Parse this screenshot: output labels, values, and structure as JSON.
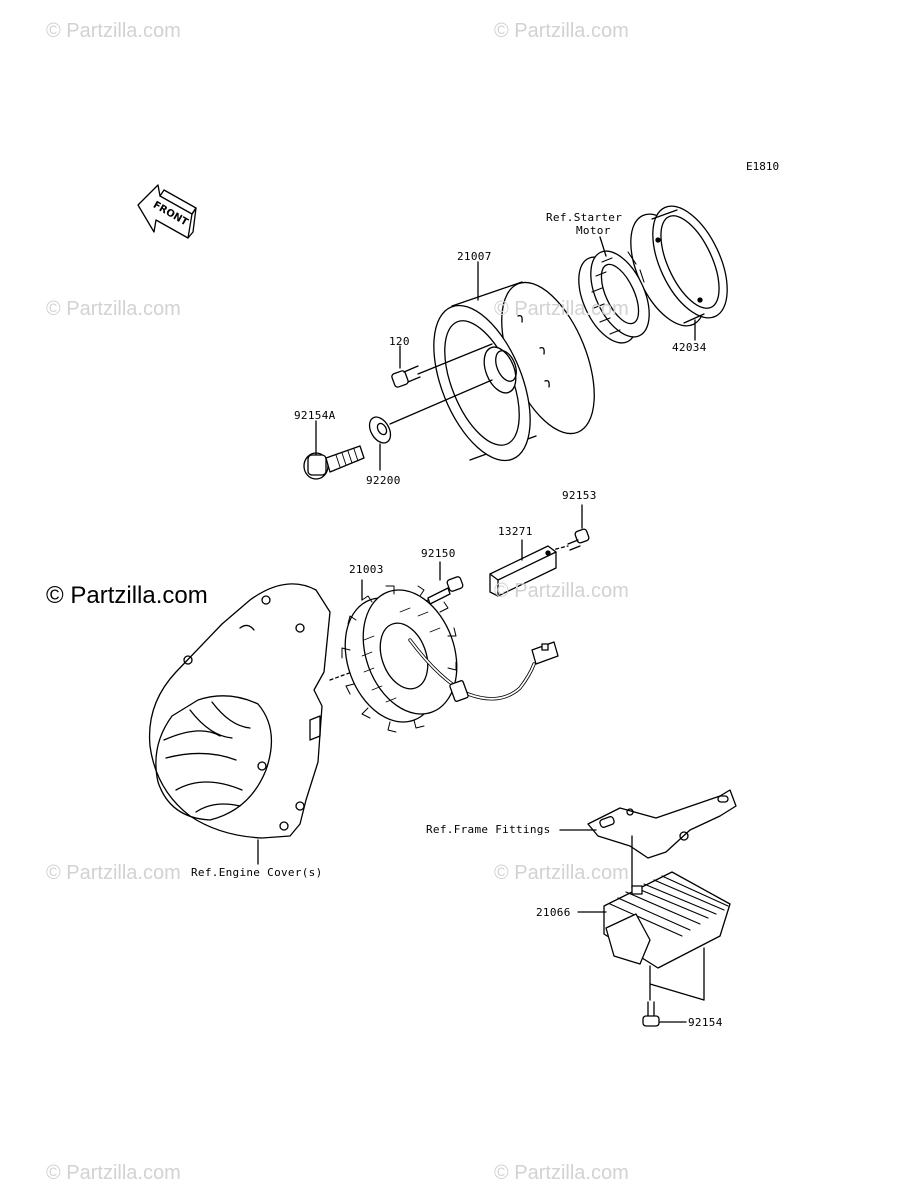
{
  "diagram_code": "E1810",
  "front_label": "FRONT",
  "watermark": "© Partzilla.com",
  "watermark_main": "© Partzilla.com",
  "parts": {
    "p21007": "21007",
    "p120": "120",
    "p92154A": "92154A",
    "p92200": "92200",
    "p42034": "42034",
    "p92153": "92153",
    "p13271": "13271",
    "p92150": "92150",
    "p21003": "21003",
    "p21066": "21066",
    "p92154": "92154"
  },
  "refs": {
    "starter_motor_line1": "Ref.Starter",
    "starter_motor_line2": "Motor",
    "frame_fittings": "Ref.Frame Fittings",
    "engine_covers": "Ref.Engine Cover(s)"
  }
}
